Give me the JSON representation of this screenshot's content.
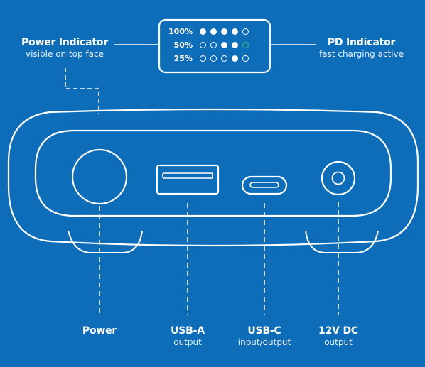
{
  "panel": {
    "rows": [
      {
        "label": "100%",
        "dots": [
          "on",
          "on",
          "on",
          "on",
          "off"
        ]
      },
      {
        "label": "50%",
        "dots": [
          "off",
          "off",
          "on",
          "on",
          "green"
        ]
      },
      {
        "label": "25%",
        "dots": [
          "off",
          "off",
          "off",
          "on",
          "off"
        ]
      }
    ]
  },
  "callouts": {
    "power_indicator": {
      "title": "Power Indicator",
      "subtitle": "visible on top face"
    },
    "pd_indicator": {
      "title": "PD Indicator",
      "subtitle": "fast charging active"
    }
  },
  "ports": {
    "power": {
      "title": "Power",
      "subtitle": ""
    },
    "usb_a": {
      "title": "USB-A",
      "subtitle": "output"
    },
    "usb_c": {
      "title": "USB-C",
      "subtitle": "input/output"
    },
    "dc": {
      "title": "12V DC",
      "subtitle": "output"
    }
  },
  "colors": {
    "background": "#0d6db8",
    "line": "#ffffff",
    "pd_led": "#2ecc71"
  }
}
